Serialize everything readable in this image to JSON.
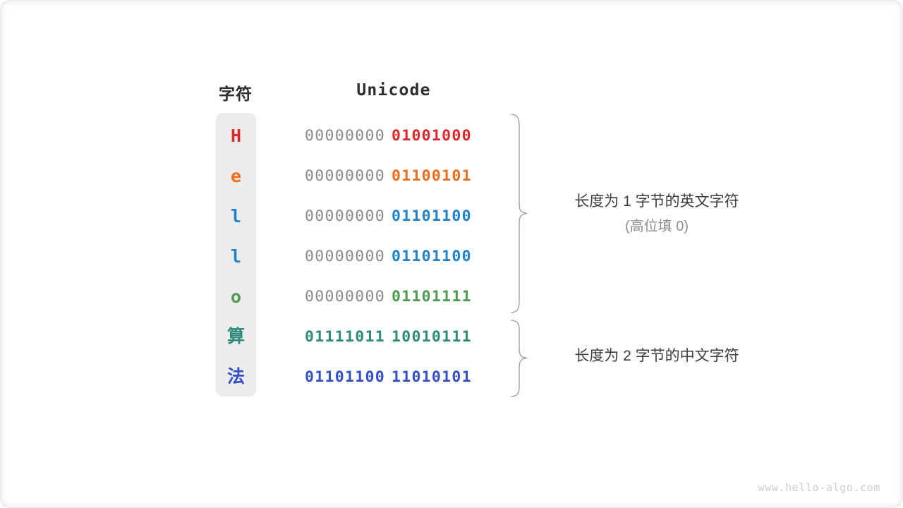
{
  "figure": {
    "headers": {
      "char": "字符",
      "unicode": "Unicode"
    },
    "watermark": "www.hello-algo.com",
    "colors": {
      "char_column_bg": "#ececec",
      "high_byte_gray": "#8a8a8a",
      "header_text": "#2e2e2e",
      "annotation_text": "#3c3c3c",
      "annotation_sub_text": "#8d8d8d",
      "brace_stroke": "#9a9a9a",
      "watermark": "#cdcdcd"
    },
    "rows": [
      {
        "char": "H",
        "script": "latin",
        "high": "00000000",
        "low": "01001000",
        "color": "#e0262b",
        "high_bold": false
      },
      {
        "char": "e",
        "script": "latin",
        "high": "00000000",
        "low": "01100101",
        "color": "#ef6c1b",
        "high_bold": false
      },
      {
        "char": "l",
        "script": "latin",
        "high": "00000000",
        "low": "01101100",
        "color": "#2083c9",
        "high_bold": false
      },
      {
        "char": "l",
        "script": "latin",
        "high": "00000000",
        "low": "01101100",
        "color": "#2083c9",
        "high_bold": false
      },
      {
        "char": "o",
        "script": "latin",
        "high": "00000000",
        "low": "01101111",
        "color": "#4e9a4e",
        "high_bold": false
      },
      {
        "char": "算",
        "script": "cjk",
        "high": "01111011",
        "low": "10010111",
        "color": "#2e8b7c",
        "high_bold": true
      },
      {
        "char": "法",
        "script": "cjk",
        "high": "01101100",
        "low": "11010101",
        "color": "#3350c5",
        "high_bold": true
      }
    ],
    "annotations": [
      {
        "line1": "长度为 1 字节的英文字符",
        "line2": "(高位填 0)"
      },
      {
        "line1": "长度为 2 字节的中文字符",
        "line2": ""
      }
    ]
  }
}
